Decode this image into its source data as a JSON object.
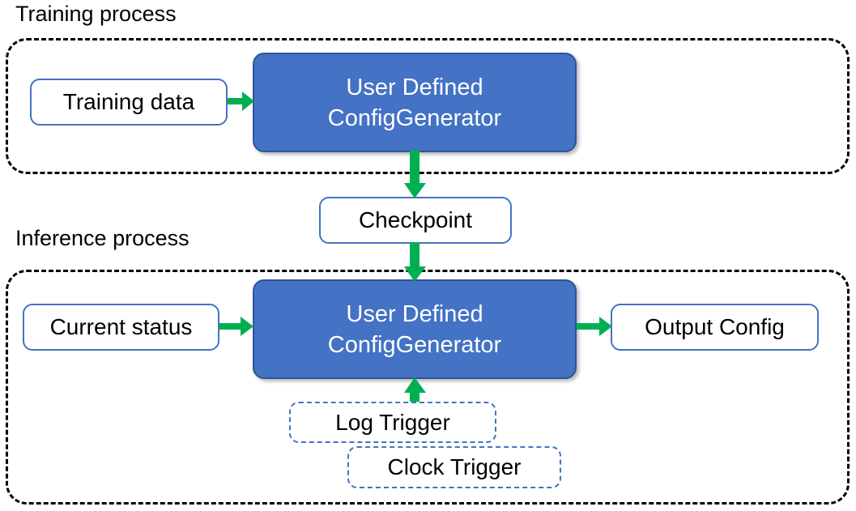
{
  "diagram": {
    "title_training": "Training process",
    "title_inference": "Inference process",
    "colors": {
      "primary_fill": "#4472C4",
      "primary_border": "#2F5597",
      "node_border": "#4472C4",
      "arrow": "#00B050",
      "container_border": "#000000",
      "text_dark": "#000000",
      "text_light": "#FFFFFF"
    }
  },
  "training": {
    "caption": "Training process",
    "nodes": {
      "training_data": "Training data",
      "generator": "User Defined\nConfigGenerator",
      "generator_line1": "User Defined",
      "generator_line2": "ConfigGenerator"
    }
  },
  "checkpoint": {
    "label": "Checkpoint"
  },
  "inference": {
    "caption": "Inference process",
    "nodes": {
      "current_status": "Current status",
      "generator_line1": "User Defined",
      "generator_line2": "ConfigGenerator",
      "output_config": "Output Config",
      "log_trigger": "Log Trigger",
      "clock_trigger": "Clock Trigger"
    }
  },
  "arrows": [
    {
      "name": "training-data-to-generator",
      "from": "Training data",
      "to": "User Defined ConfigGenerator",
      "direction": "right"
    },
    {
      "name": "generator-to-checkpoint",
      "from": "User Defined ConfigGenerator",
      "to": "Checkpoint",
      "direction": "down"
    },
    {
      "name": "checkpoint-to-generator",
      "from": "Checkpoint",
      "to": "User Defined ConfigGenerator",
      "direction": "down"
    },
    {
      "name": "status-to-generator",
      "from": "Current status",
      "to": "User Defined ConfigGenerator",
      "direction": "right"
    },
    {
      "name": "generator-to-output",
      "from": "User Defined ConfigGenerator",
      "to": "Output Config",
      "direction": "right"
    },
    {
      "name": "triggers-to-generator",
      "from": "Log Trigger / Clock Trigger",
      "to": "User Defined ConfigGenerator",
      "direction": "up"
    }
  ]
}
